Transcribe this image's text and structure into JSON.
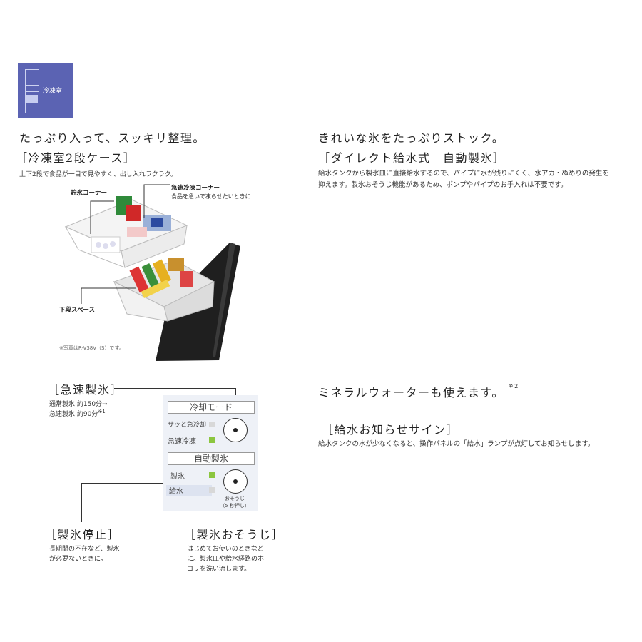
{
  "badge": {
    "label": "冷凍室"
  },
  "left_section": {
    "title": "たっぷり入って、スッキリ整理。",
    "subtitle": "［冷凍室2段ケース］",
    "desc": "上下2段で食品が一目で見やすく、出し入れラクラク。",
    "callout_storage": "貯氷コーナー",
    "callout_quick_title": "急速冷凍コーナー",
    "callout_quick_desc": "食品を急いで凍らせたいときに",
    "callout_lower": "下段スペース",
    "photo_note": "※写真はR-V38V（S）です。"
  },
  "right_section": {
    "title": "きれいな氷をたっぷりストック。",
    "subtitle": "［ダイレクト給水式　自動製氷］",
    "desc": "給水タンクから製氷皿に直接給水するので、パイプに水が残りにくく、水アカ・ぬめりの発生を抑えます。製氷おそうじ機能があるため、ポンプやパイプのお手入れは不要です。"
  },
  "quick_ice": {
    "title": "［急速製氷］",
    "line1": "通常製氷 約150分→",
    "line2": "急速製氷 約90分",
    "note": "※1"
  },
  "panel": {
    "mode_title": "冷却モード",
    "row_sapi": "サッと急冷却",
    "row_quick": "急速冷凍",
    "auto_title": "自動製氷",
    "row_ice": "製氷",
    "row_water": "給水",
    "clean_label": "おそうじ",
    "clean_sub": "（5 秒押し）"
  },
  "mineral": {
    "title": "ミネラルウォーターも使えます。",
    "note": "※2",
    "subtitle": "［給水お知らせサイン］",
    "desc": "給水タンクの水が少なくなると、操作パネルの「給水」ランプが点灯してお知らせします。"
  },
  "ice_stop": {
    "title": "［製氷停止］",
    "desc_line1": "長期間の不在など、製氷",
    "desc_line2": "が必要ないときに。"
  },
  "ice_clean": {
    "title": "［製氷おそうじ］",
    "desc_line1": "はじめてお使いのときなど",
    "desc_line2": "に。製氷皿や給水経路のホ",
    "desc_line3": "コリを洗い流します。"
  },
  "colors": {
    "badge": "#5b63b3",
    "led_on": "#8cc63f",
    "led_off": "#d8d8d8",
    "panel_bg": "#eef1f7"
  }
}
